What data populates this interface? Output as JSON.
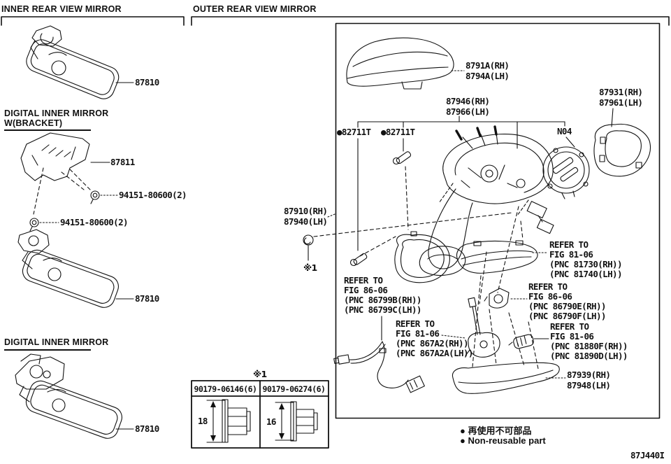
{
  "page": {
    "figure_code": "87J440I",
    "line_color": "#111111",
    "bg_color": "#ffffff"
  },
  "sections": {
    "inner": {
      "title": "INNER REAR VIEW MIRROR"
    },
    "outer": {
      "title": "OUTER REAR VIEW MIRROR"
    }
  },
  "inner_parts": {
    "mirror_top_label": "87810",
    "digital_bracket_heading1": "DIGITAL INNER MIRROR",
    "digital_bracket_heading2": "W(BRACKET)",
    "bracket_label": "87811",
    "nut_label_1": "94151-80600(2)",
    "nut_label_2": "94151-80600(2)",
    "mirror_mid_label": "87810",
    "digital_heading": "DIGITAL INNER MIRROR",
    "mirror_bottom_label": "87810"
  },
  "outer_parts": {
    "cover": {
      "line1": "8791A(RH)",
      "line2": "8794A(LH)"
    },
    "assembly": {
      "line1": "87946(RH)",
      "line2": "87966(LH)"
    },
    "glass": {
      "line1": "87931(RH)",
      "line2": "87961(LH)"
    },
    "actuator": "N04",
    "clip1": "●82711T",
    "clip2": "●82711T",
    "base": {
      "line1": "87910(RH)",
      "line2": "87940(LH)"
    },
    "note1": "※1",
    "refer_harness": [
      "REFER TO",
      "FIG 86-06",
      "(PNC 86799B(RH))",
      "(PNC 86799C(LH))"
    ],
    "refer_turnlamp": [
      "REFER TO",
      "FIG 81-06",
      "(PNC 81730(RH))",
      "(PNC 81740(LH))"
    ],
    "refer_camera": [
      "REFER TO",
      "FIG 86-06",
      "(PNC 86790E(RH))",
      "(PNC 86790F(LH))"
    ],
    "refer_footlamp": [
      "REFER TO",
      "FIG 81-06",
      "(PNC 81880F(RH))",
      "(PNC 81890D(LH))"
    ],
    "refer_antenna": [
      "REFER TO",
      "FIG 81-06",
      "(PNC 867A2(RH))",
      "(PNC 867A2A(LH))"
    ],
    "lower_cover": {
      "line1": "87939(RH)",
      "line2": "87948(LH)"
    }
  },
  "nut_table": {
    "note": "※1",
    "columns": [
      {
        "part": "90179-06146(6)",
        "size": "18"
      },
      {
        "part": "90179-06274(6)",
        "size": "16"
      }
    ]
  },
  "legend": {
    "jp": "● 再使用不可部品",
    "en": "● Non-reusable part"
  }
}
